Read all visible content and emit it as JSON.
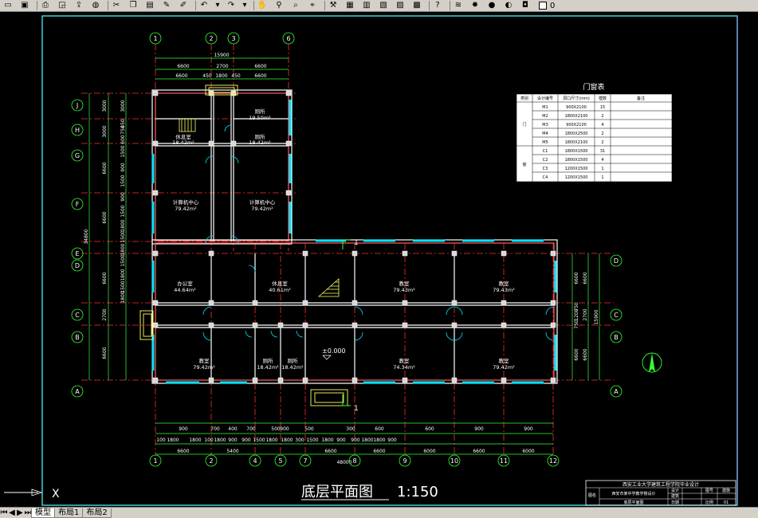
{
  "toolbar": {
    "buttons": [
      {
        "name": "new-icon",
        "glyph": "▭"
      },
      {
        "name": "save-icon",
        "glyph": "▣"
      },
      {
        "name": "sep"
      },
      {
        "name": "print-icon",
        "glyph": "⎙"
      },
      {
        "name": "preview-icon",
        "glyph": "◲"
      },
      {
        "name": "publish-icon",
        "glyph": "⇪"
      },
      {
        "name": "globe-icon",
        "glyph": "◍"
      },
      {
        "name": "sep"
      },
      {
        "name": "cut-icon",
        "glyph": "✂"
      },
      {
        "name": "copy-icon",
        "glyph": "❐"
      },
      {
        "name": "paste-icon",
        "glyph": "▤"
      },
      {
        "name": "matchprop-icon",
        "glyph": "✎"
      },
      {
        "name": "block-icon",
        "glyph": "✐"
      },
      {
        "name": "sep"
      },
      {
        "name": "undo-icon",
        "glyph": "↶"
      },
      {
        "name": "dropdown-icon",
        "glyph": "▾"
      },
      {
        "name": "redo-icon",
        "glyph": "↷"
      },
      {
        "name": "dropdown-icon",
        "glyph": "▾"
      },
      {
        "name": "sep"
      },
      {
        "name": "pan-icon",
        "glyph": "✋"
      },
      {
        "name": "zoom-realtime-icon",
        "glyph": "⚲"
      },
      {
        "name": "zoom-window-icon",
        "glyph": "⌕"
      },
      {
        "name": "zoom-previous-icon",
        "glyph": "⌖"
      },
      {
        "name": "sep"
      },
      {
        "name": "properties-icon",
        "glyph": "⚒"
      },
      {
        "name": "designcenter-icon",
        "glyph": "▦"
      },
      {
        "name": "toolpalette-icon",
        "glyph": "▥"
      },
      {
        "name": "sheetset-icon",
        "glyph": "▧"
      },
      {
        "name": "markup-icon",
        "glyph": "▨"
      },
      {
        "name": "calculator-icon",
        "glyph": "▩"
      },
      {
        "name": "sep"
      },
      {
        "name": "help-icon",
        "glyph": "?"
      },
      {
        "name": "sep"
      },
      {
        "name": "layers-icon",
        "glyph": "≋"
      },
      {
        "name": "bulb-icon",
        "glyph": "✹"
      },
      {
        "name": "sun-icon",
        "glyph": "●"
      },
      {
        "name": "freeze-icon",
        "glyph": "◐"
      },
      {
        "name": "lock-icon",
        "glyph": "◘"
      }
    ],
    "layer_name": "0"
  },
  "status_tabs": [
    "模型",
    "布局1",
    "布局2"
  ],
  "drawing": {
    "title": "底层平面图",
    "scale": "1:150",
    "door_window_table": {
      "title": "门窗表",
      "headers": [
        "类别",
        "设计编号",
        "洞口尺寸(mm)",
        "樘数",
        "备注"
      ],
      "group_door": "门",
      "group_window": "窗",
      "rows": [
        [
          "M1",
          "900X2100",
          "15"
        ],
        [
          "M2",
          "1800X2100",
          "2"
        ],
        [
          "M3",
          "900X2100",
          "4"
        ],
        [
          "M4",
          "1800X2500",
          "2"
        ],
        [
          "M5",
          "1800X2100",
          "2"
        ],
        [
          "C1",
          "1800X1500",
          "31"
        ],
        [
          "C2",
          "1800X1500",
          "4"
        ],
        [
          "C3",
          "1200X1500",
          "1"
        ],
        [
          "C4",
          "1200X1500",
          "1"
        ]
      ]
    },
    "grid_top": [
      "1",
      "2",
      "3",
      "6"
    ],
    "grid_bottom": [
      "1",
      "2",
      "4",
      "5",
      "7",
      "8",
      "9",
      "10",
      "11",
      "12"
    ],
    "grid_left": [
      "J",
      "H",
      "G",
      "F",
      "E",
      "D",
      "C",
      "B",
      "A"
    ],
    "grid_right": [
      "D",
      "C",
      "B",
      "A"
    ],
    "dims_top_row1": "15900",
    "dims_top_row2": [
      "6600",
      "2700",
      "6600"
    ],
    "dims_top_row3": [
      "6600",
      "450",
      "1800",
      "450",
      "6600"
    ],
    "dims_left_outer": "34800",
    "dims_left": [
      "3000",
      "3000",
      "6600",
      "6600",
      "6600",
      "2700",
      "6600"
    ],
    "dims_left_inner": [
      "3000",
      "450",
      "750",
      "600",
      "1500",
      "900",
      "1500",
      "900",
      "1500",
      "1800",
      "1500",
      "1800",
      "1500",
      "1800",
      "1500",
      "1800"
    ],
    "dims_right_outer": "15900",
    "dims_right": [
      "6600",
      "2700",
      "6600"
    ],
    "dims_right_inner": [
      "6600",
      "750",
      "1200",
      "750",
      "6600"
    ],
    "dims_bottom_total": "48000",
    "dims_bottom_main": [
      "6600",
      "5400",
      "6600",
      "6600",
      "6000",
      "6600",
      "6000"
    ],
    "dims_bottom_row1": [
      "900",
      "700",
      "400",
      "700",
      "500",
      "900",
      "500",
      "300",
      "600",
      "600",
      "900",
      "900"
    ],
    "dims_bottom_row2": [
      "100",
      "1800",
      "1800",
      "100",
      "1800",
      "900",
      "900",
      "1500",
      "1800",
      "1800",
      "300",
      "1500",
      "1800",
      "900",
      "900",
      "1800",
      "1800",
      "900"
    ],
    "elevation": "±0.000",
    "section_mark": "1",
    "rooms": [
      {
        "name": "厕所",
        "area": "19.50m²"
      },
      {
        "name": "休息室",
        "area": "18.42m²"
      },
      {
        "name": "厕所",
        "area": "18.42m²"
      },
      {
        "name": "计算机中心",
        "area": "79.42m²"
      },
      {
        "name": "计算机中心",
        "area": "79.42m²"
      },
      {
        "name": "办公室",
        "area": "44.64m²"
      },
      {
        "name": "休息室",
        "area": "40.61m²"
      },
      {
        "name": "教室",
        "area": "79.43m²"
      },
      {
        "name": "教室",
        "area": "79.43m²"
      },
      {
        "name": "教室",
        "area": "79.42m²"
      },
      {
        "name": "厕所",
        "area": "18.42m²"
      },
      {
        "name": "厕所",
        "area": "18.42m²"
      },
      {
        "name": "教室",
        "area": "74.34m²"
      },
      {
        "name": "教室",
        "area": "79.42m²"
      }
    ],
    "title_block": {
      "header": "西安工业大学建筑工程学院毕业设计",
      "label_drawing": "图名",
      "drawing_name": "底层平面图",
      "project": "西安市某中学教学楼设计",
      "field_a": "设计",
      "field_b": "建筑",
      "field_c": "图号",
      "field_d": "比例",
      "field_e": "日期",
      "value_c": "建施",
      "value_d": "01"
    },
    "ucs_label": "X"
  },
  "colors": {
    "grid_red": "#ff3030",
    "wall_white": "#ffffff",
    "dim_green": "#33ff33",
    "window_cyan": "#00e5ff",
    "door_yellow": "#ffff66",
    "frame_cyan": "#40e0e0"
  }
}
